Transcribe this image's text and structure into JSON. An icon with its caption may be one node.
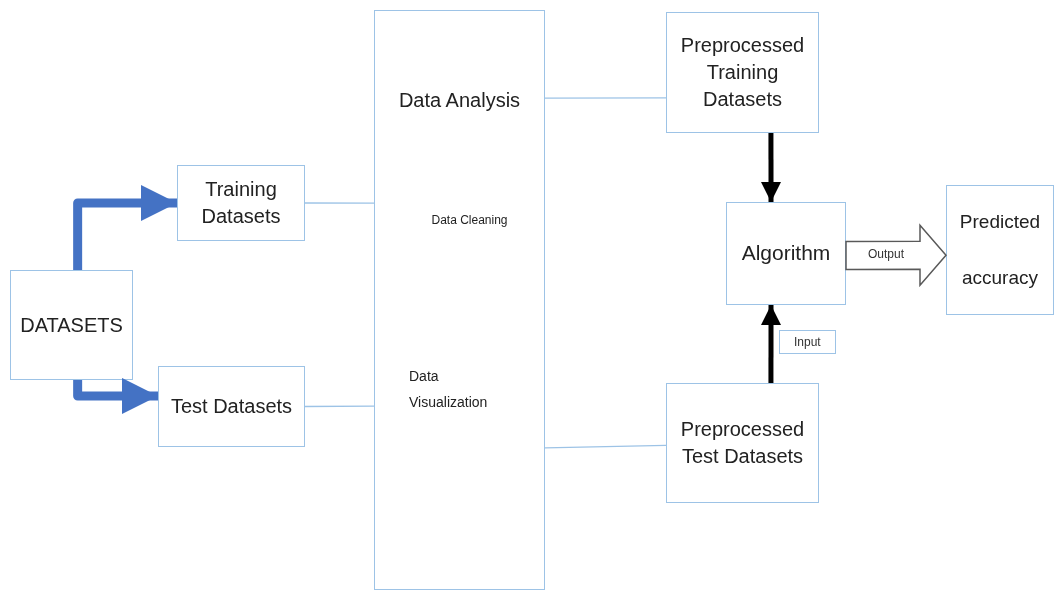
{
  "diagram": {
    "nodes": [
      {
        "text": [
          "DATASETS"
        ]
      },
      {
        "text": [
          "Training Datasets"
        ]
      },
      {
        "text": [
          "Test Datasets"
        ]
      },
      {
        "text": [
          "Data Analysis",
          "Data Cleaning",
          "Data Visualization"
        ]
      },
      {
        "text": [
          "Preprocessed Training Datasets"
        ]
      },
      {
        "text": [
          "Algorithm"
        ]
      },
      {
        "text": [
          "Predicted accuracy"
        ]
      },
      {
        "text": [
          "Preprocessed Test Datasets"
        ]
      }
    ],
    "edges": [
      {
        "from": 0,
        "to": 1,
        "arrow": "to",
        "style": "thick",
        "color": "#4472c4"
      },
      {
        "from": 0,
        "to": 2,
        "arrow": "to",
        "style": "thick",
        "color": "#4472c4"
      },
      {
        "from": 1,
        "to": 3,
        "arrow": "none"
      },
      {
        "from": 2,
        "to": 3,
        "arrow": "none"
      },
      {
        "from": 3,
        "to": 4,
        "arrow": "none"
      },
      {
        "from": 3,
        "to": 7,
        "arrow": "none"
      },
      {
        "from": 4,
        "to": 5,
        "arrow": "to",
        "style": "thick",
        "color": "#000000"
      },
      {
        "from": 7,
        "to": 5,
        "arrow": "to",
        "style": "thick",
        "color": "#000000",
        "label": "Input"
      },
      {
        "from": 5,
        "to": 6,
        "arrow": "to",
        "color": "#595959",
        "label": "Output"
      }
    ]
  }
}
